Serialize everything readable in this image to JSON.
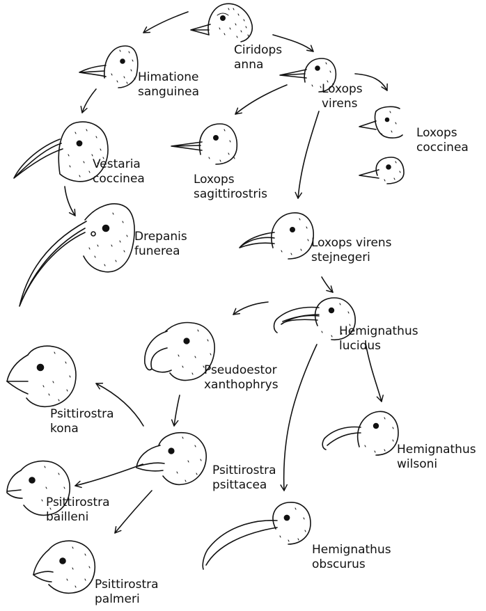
{
  "species": [
    {
      "id": "ciridops-anna",
      "genus": "Ciridops",
      "epithet": "anna"
    },
    {
      "id": "himatione-sanguinea",
      "genus": "Himatione",
      "epithet": "sanguinea"
    },
    {
      "id": "loxops-virens",
      "genus": "Loxops",
      "epithet": "virens"
    },
    {
      "id": "loxops-coccinea",
      "genus": "Loxops",
      "epithet": "coccinea"
    },
    {
      "id": "vestaria-coccinea",
      "genus": "Vestaria",
      "epithet": "coccinea"
    },
    {
      "id": "loxops-sagittirostris",
      "genus": "Loxops",
      "epithet": "sagittirostris"
    },
    {
      "id": "drepanis-funerea",
      "genus": "Drepanis",
      "epithet": "funerea"
    },
    {
      "id": "loxops-virens-stejnegeri",
      "genus": "Loxops virens",
      "epithet": "stejnegeri"
    },
    {
      "id": "hemignathus-lucidus",
      "genus": "Hemignathus",
      "epithet": "lucidus"
    },
    {
      "id": "pseudoestor-xanthophrys",
      "genus": "Pseudoestor",
      "epithet": "xanthophrys"
    },
    {
      "id": "psittirostra-kona",
      "genus": "Psittirostra",
      "epithet": "kona"
    },
    {
      "id": "hemignathus-wilsoni",
      "genus": "Hemignathus",
      "epithet": "wilsoni"
    },
    {
      "id": "psittirostra-psittacea",
      "genus": "Psittirostra",
      "epithet": "psittacea"
    },
    {
      "id": "psittirostra-bailleni",
      "genus": "Psittirostra",
      "epithet": "bailleni"
    },
    {
      "id": "hemignathus-obscurus",
      "genus": "Hemignathus",
      "epithet": "obscurus"
    },
    {
      "id": "psittirostra-palmeri",
      "genus": "Psittirostra",
      "epithet": "palmeri"
    }
  ],
  "lineage_arrows": [
    {
      "from": "ciridops-anna",
      "to": "himatione-sanguinea"
    },
    {
      "from": "ciridops-anna",
      "to": "loxops-virens"
    },
    {
      "from": "himatione-sanguinea",
      "to": "vestaria-coccinea"
    },
    {
      "from": "vestaria-coccinea",
      "to": "drepanis-funerea"
    },
    {
      "from": "loxops-virens",
      "to": "loxops-sagittirostris"
    },
    {
      "from": "loxops-virens",
      "to": "loxops-coccinea"
    },
    {
      "from": "loxops-virens",
      "to": "loxops-virens-stejnegeri"
    },
    {
      "from": "loxops-virens-stejnegeri",
      "to": "hemignathus-lucidus"
    },
    {
      "from": "hemignathus-lucidus",
      "to": "pseudoestor-xanthophrys"
    },
    {
      "from": "hemignathus-lucidus",
      "to": "hemignathus-wilsoni"
    },
    {
      "from": "hemignathus-lucidus",
      "to": "hemignathus-obscurus"
    },
    {
      "from": "pseudoestor-xanthophrys",
      "to": "psittirostra-psittacea"
    },
    {
      "from": "psittirostra-psittacea",
      "to": "psittirostra-kona"
    },
    {
      "from": "psittirostra-psittacea",
      "to": "psittirostra-bailleni"
    },
    {
      "from": "psittirostra-psittacea",
      "to": "psittirostra-palmeri"
    }
  ],
  "colors": {
    "ink": "#111111",
    "background": "#ffffff"
  }
}
